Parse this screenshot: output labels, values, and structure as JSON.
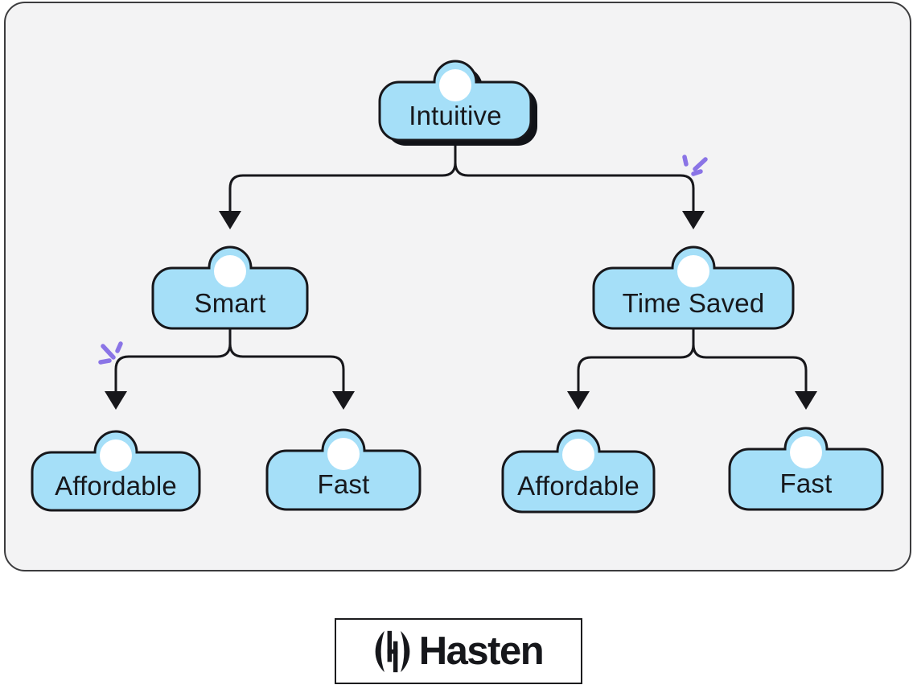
{
  "tree": {
    "root": "Intuitive",
    "children": [
      {
        "label": "Smart",
        "children": [
          "Affordable",
          "Fast"
        ]
      },
      {
        "label": "Time Saved",
        "children": [
          "Affordable",
          "Fast"
        ]
      }
    ]
  },
  "nodes": [
    {
      "id": "intuitive",
      "label": "Intuitive"
    },
    {
      "id": "smart",
      "label": "Smart"
    },
    {
      "id": "time-saved",
      "label": "Time Saved"
    },
    {
      "id": "affordable-left",
      "label": "Affordable"
    },
    {
      "id": "fast-left",
      "label": "Fast"
    },
    {
      "id": "affordable-right",
      "label": "Affordable"
    },
    {
      "id": "fast-right",
      "label": "Fast"
    }
  ],
  "logo": {
    "brand": "Hasten"
  },
  "colors": {
    "node_fill": "#a5dff8",
    "node_stroke": "#17171b",
    "connector": "#17171b",
    "sparkle": "#8a74e6",
    "canvas_bg": "#f3f3f4",
    "canvas_border": "#3c3c3e",
    "shadow": "#111318"
  }
}
